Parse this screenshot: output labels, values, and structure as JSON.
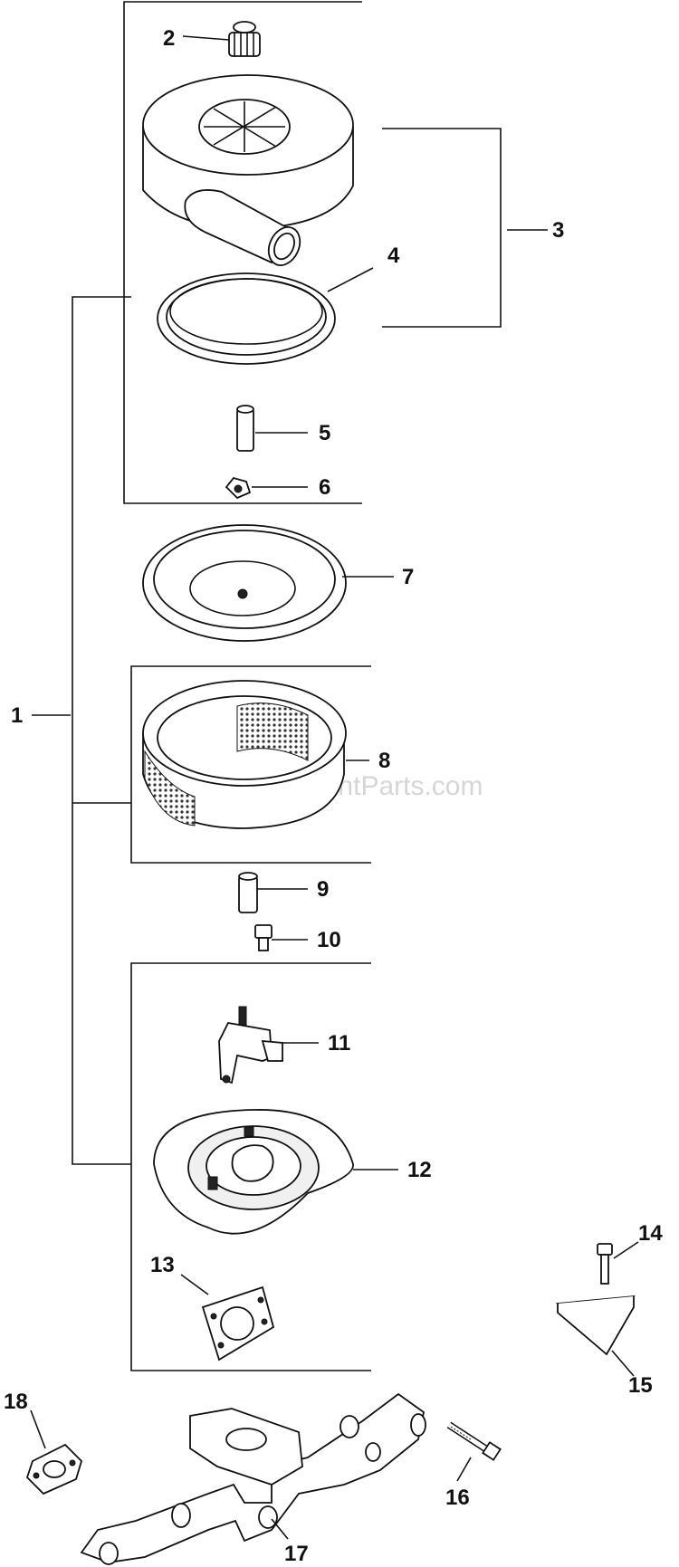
{
  "callouts": [
    "1",
    "2",
    "3",
    "4",
    "5",
    "6",
    "7",
    "8",
    "9",
    "10",
    "11",
    "12",
    "13",
    "14",
    "15",
    "16",
    "17",
    "18"
  ],
  "watermark": "eReplacementParts.com"
}
